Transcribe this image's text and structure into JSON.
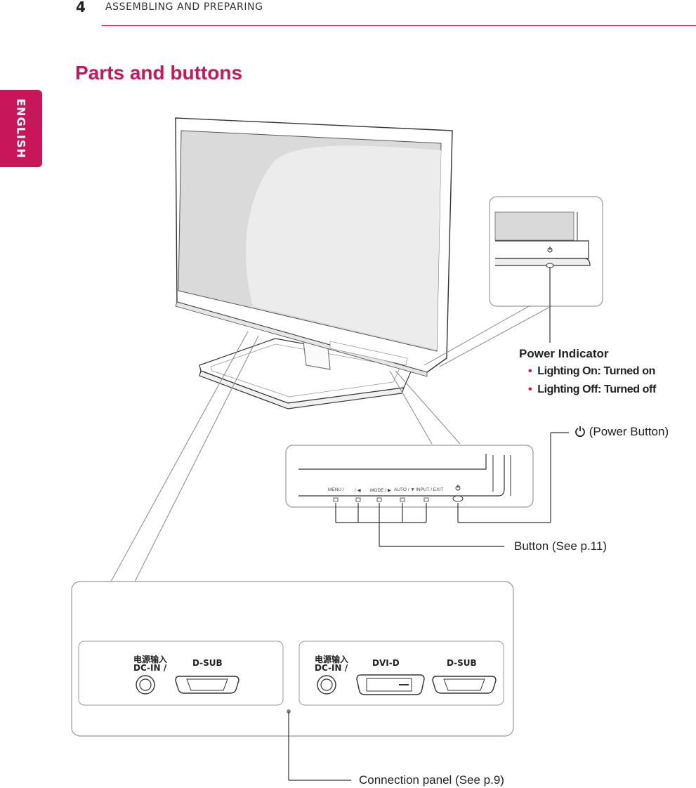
{
  "header": {
    "page_number": "4",
    "section_title": "ASSEMBLING AND PREPARING",
    "language_tab": "ENGLISH"
  },
  "main": {
    "title": "Parts and buttons"
  },
  "callouts": {
    "power_indicator": {
      "title": "Power Indicator",
      "items": [
        "Lighting On: Turned on",
        "Lighting Off: Turned off"
      ]
    },
    "power_button": "(Power Button)",
    "button_ref": "Button (See p.11)",
    "connection_ref": "Connection panel (See p.9)"
  },
  "button_panel": {
    "labels": [
      "MENU / ",
      " / ◀",
      "MODE / ▶",
      "AUTO / ▼",
      "INPUT / EXIT"
    ]
  },
  "connection_panel": {
    "left": {
      "dc_cn": "电源输入",
      "dc_en": "DC-IN /",
      "port1": "D-SUB"
    },
    "right": {
      "dc_cn": "电源输入",
      "dc_en": "DC-IN /",
      "port1": "DVI-D",
      "port2": "D-SUB"
    }
  },
  "colors": {
    "accent": "#c8165b"
  }
}
